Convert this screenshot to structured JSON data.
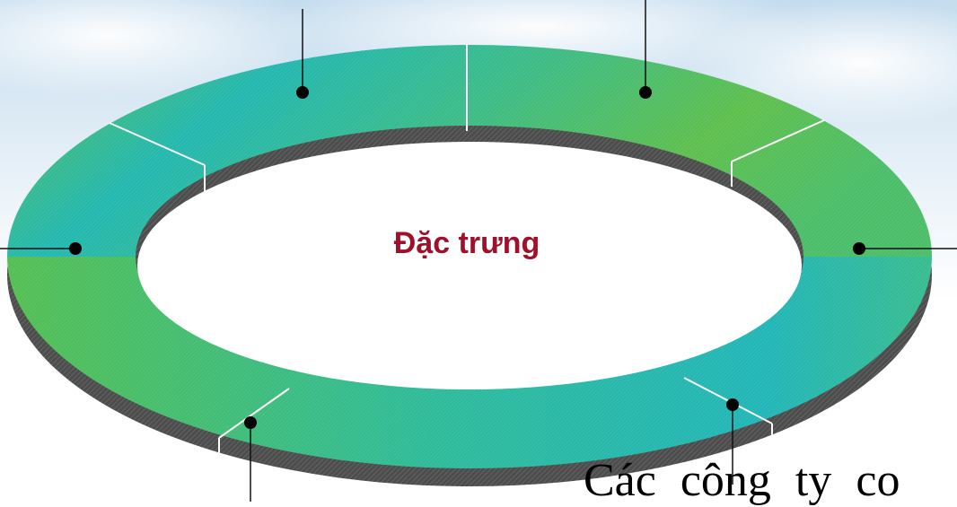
{
  "center_title": "Đặc trưng",
  "bottom_text": "Các công ty co",
  "colors": {
    "ring_teal": "#20b8b8",
    "ring_green": "#5cc04a",
    "ring_side": "#4c4c4c",
    "title": "#a0102a",
    "callout": "#111111",
    "sky": "#cfe4f2"
  },
  "ring": {
    "segments": 6,
    "callouts": 6
  }
}
